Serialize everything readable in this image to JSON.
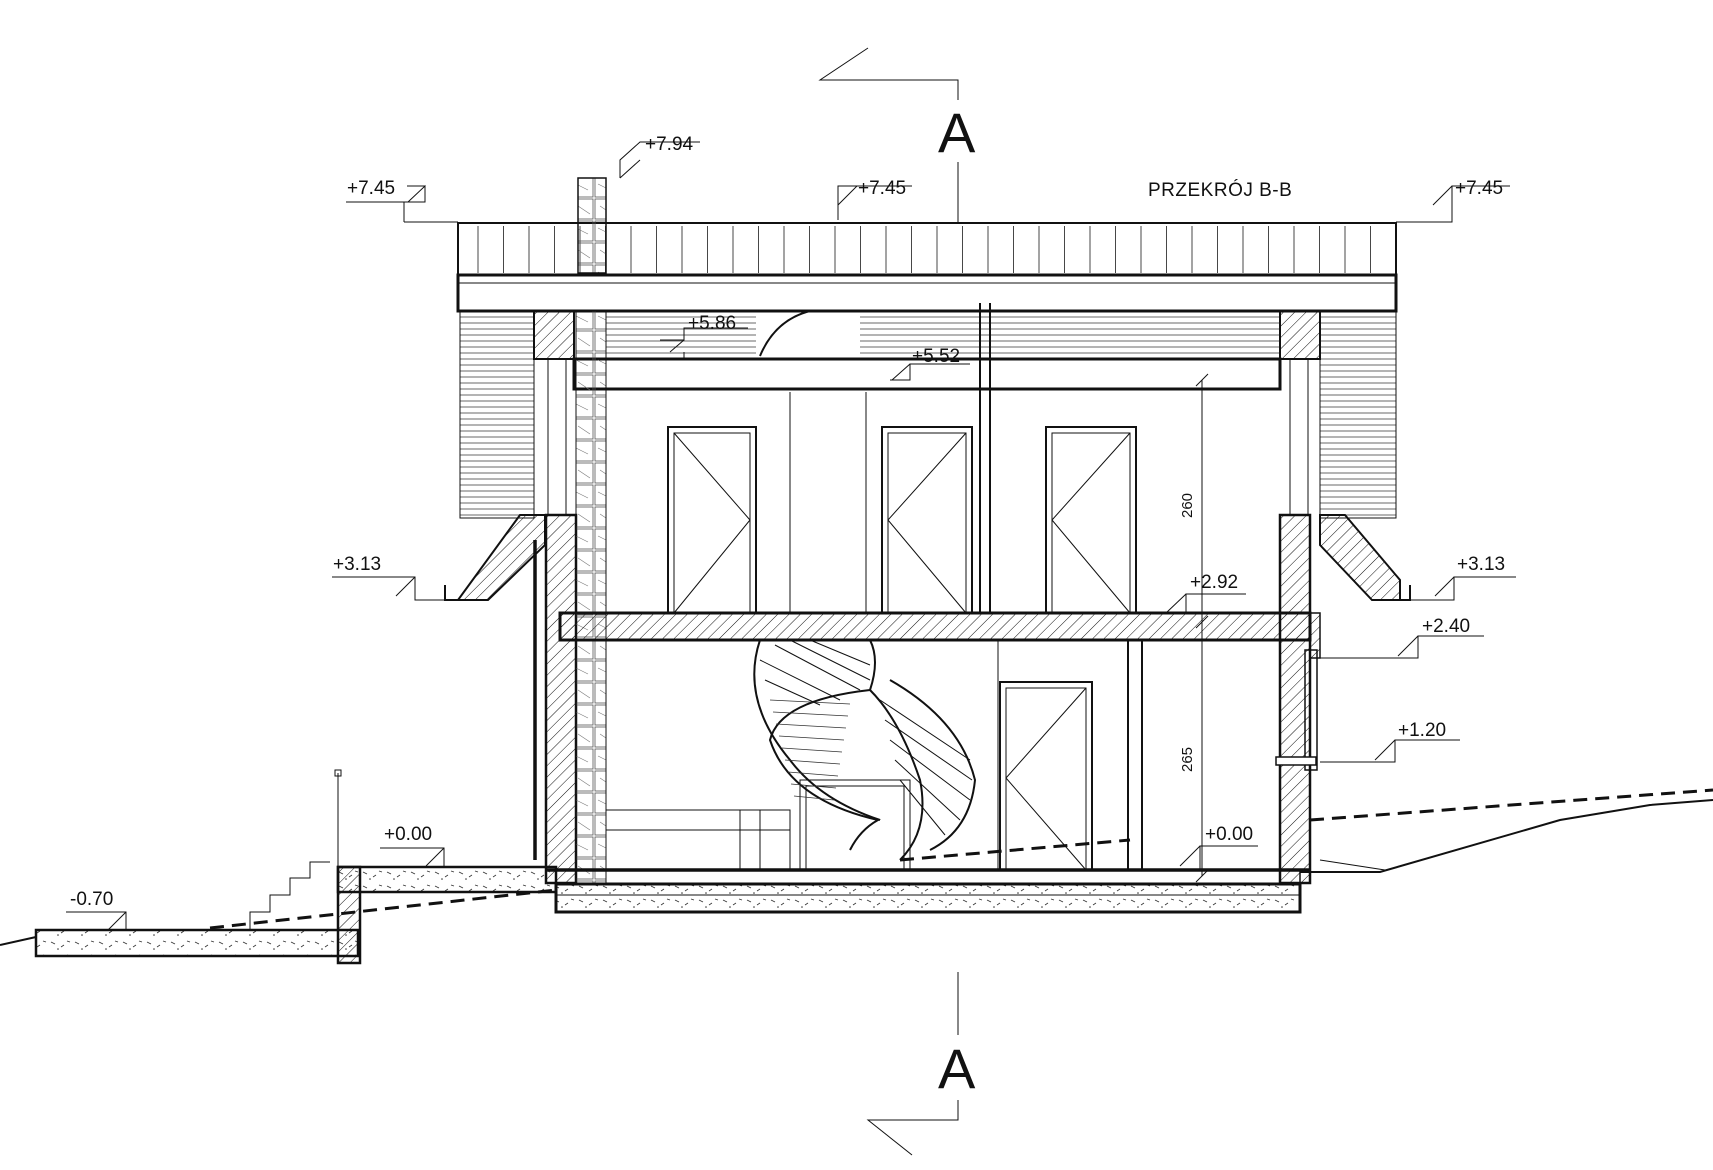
{
  "title": "PRZEKRÓJ B-B",
  "section_marks": {
    "top": "A",
    "bottom": "A"
  },
  "levels": {
    "roof_left": "+7.45",
    "chimney": "+7.94",
    "roof_mid": "+7.45",
    "roof_right": "+7.45",
    "attic": "+5.86",
    "ceiling_upper": "+5.52",
    "eaves_left": "+3.13",
    "eaves_right": "+3.13",
    "first_floor": "+2.92",
    "window_top": "+2.40",
    "window_sill": "+1.20",
    "terrace": "+0.00",
    "ground_floor": "+0.00",
    "garden": "-0.70"
  },
  "dimensions": {
    "upper_height": "260",
    "lower_height": "265"
  },
  "colors": {
    "line": "#111111",
    "background": "#ffffff"
  }
}
